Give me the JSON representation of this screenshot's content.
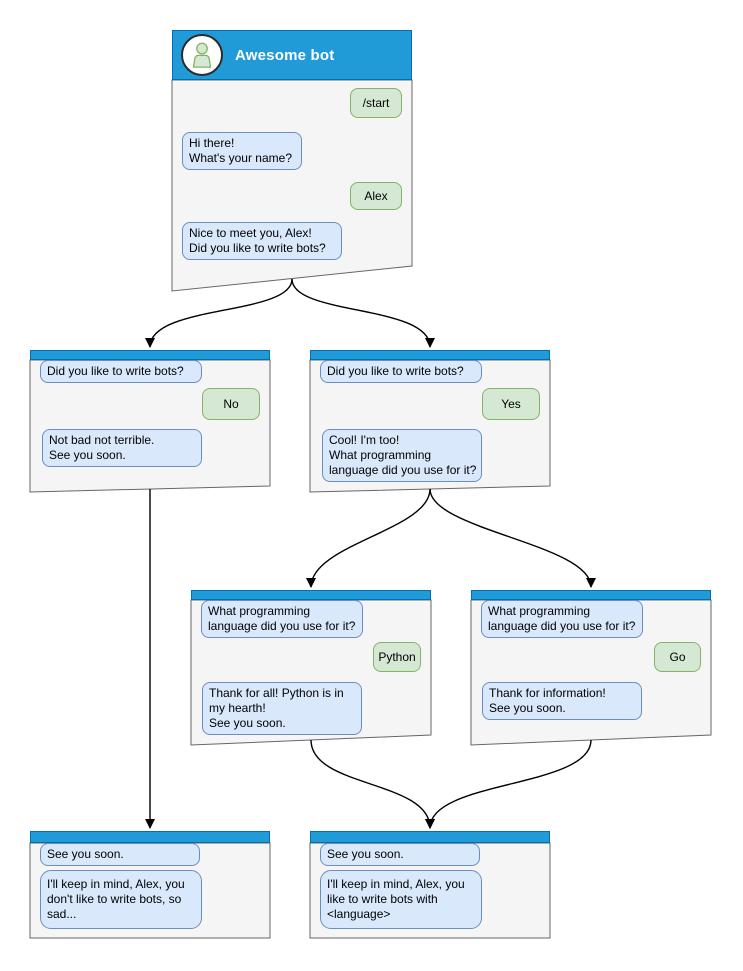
{
  "colors": {
    "titlebar_fill": "#209BD8",
    "titlebar_border": "#006EAF",
    "bot_bubble_fill": "#DAE8FC",
    "bot_bubble_border": "#6C8EBF",
    "user_bubble_fill": "#D5E8D4",
    "user_bubble_border": "#82B366",
    "window_fill": "#F5F5F5",
    "window_border": "#666666",
    "arrow": "#000000"
  },
  "windows": [
    {
      "id": "main",
      "title": "Awesome bot",
      "avatar": "person-icon",
      "messages": [
        {
          "from": "user",
          "text": "/start"
        },
        {
          "from": "bot",
          "text": "Hi there!\nWhat's your name?"
        },
        {
          "from": "user",
          "text": "Alex"
        },
        {
          "from": "bot",
          "text": "Nice to meet you, Alex!\nDid you like to write bots?"
        }
      ]
    },
    {
      "id": "branch-no",
      "messages": [
        {
          "from": "bot",
          "text": "Did you like to write bots?"
        },
        {
          "from": "user",
          "text": "No"
        },
        {
          "from": "bot",
          "text": "Not bad not terrible.\nSee you soon."
        }
      ]
    },
    {
      "id": "branch-yes",
      "messages": [
        {
          "from": "bot",
          "text": "Did you like to write bots?"
        },
        {
          "from": "user",
          "text": "Yes"
        },
        {
          "from": "bot",
          "text": "Cool! I'm too!\nWhat programming\nlanguage did you use for it?"
        }
      ]
    },
    {
      "id": "branch-python",
      "messages": [
        {
          "from": "bot",
          "text": "What programming\nlanguage did you use for it?"
        },
        {
          "from": "user",
          "text": "Python"
        },
        {
          "from": "bot",
          "text": "Thank for all! Python is in\nmy hearth!\nSee you soon."
        }
      ]
    },
    {
      "id": "branch-go",
      "messages": [
        {
          "from": "bot",
          "text": "What programming\nlanguage did you use for it?"
        },
        {
          "from": "user",
          "text": "Go"
        },
        {
          "from": "bot",
          "text": "Thank for information!\nSee you soon."
        }
      ]
    },
    {
      "id": "end-no",
      "messages": [
        {
          "from": "bot",
          "text": "See you soon."
        },
        {
          "from": "bot",
          "text": "I'll keep in mind, Alex, you\ndon't like to write bots, so\nsad..."
        }
      ]
    },
    {
      "id": "end-yes",
      "messages": [
        {
          "from": "bot",
          "text": "See you soon."
        },
        {
          "from": "bot",
          "text": "I'll keep in mind, Alex, you\nlike to write bots with\n<language>"
        }
      ]
    }
  ],
  "edges": [
    {
      "from": "main",
      "to": "branch-no"
    },
    {
      "from": "main",
      "to": "branch-yes"
    },
    {
      "from": "branch-no",
      "to": "end-no"
    },
    {
      "from": "branch-yes",
      "to": "branch-python"
    },
    {
      "from": "branch-yes",
      "to": "branch-go"
    },
    {
      "from": "branch-python",
      "to": "end-yes"
    },
    {
      "from": "branch-go",
      "to": "end-yes"
    }
  ]
}
